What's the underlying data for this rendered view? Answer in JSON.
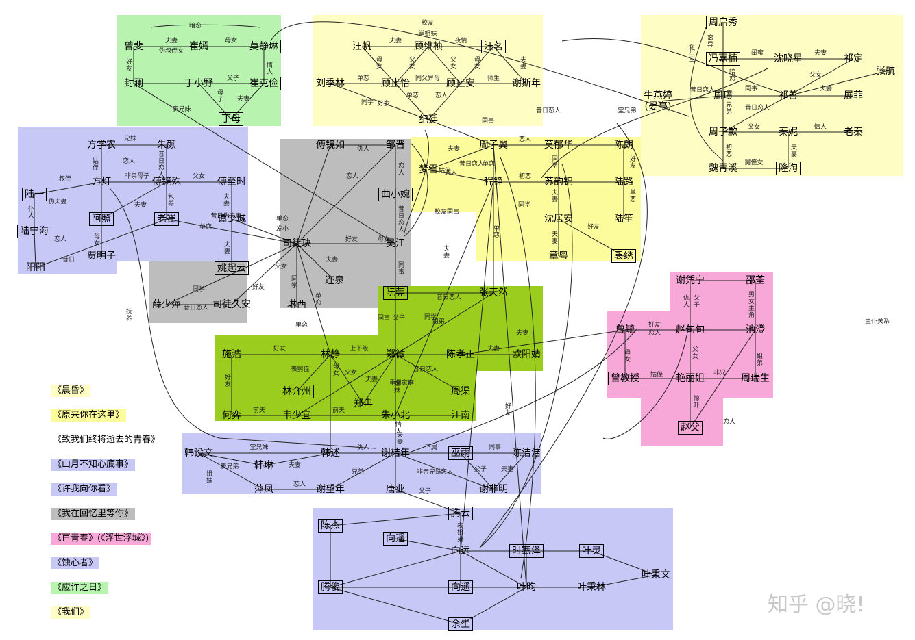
{
  "colors": {
    "yellow": "#fdfdc4",
    "brightYellow": "#fcfc9c",
    "lavender": "#c8c8f7",
    "gray": "#bdbdbd",
    "green": "#9acd1e",
    "pink": "#f7a1d6",
    "mint": "#b9f3b0",
    "lightPink": "#f7a8d8"
  },
  "nodes": [
    {
      "id": "cf",
      "t": "曾斐"
    },
    {
      "id": "cy",
      "t": "崔嫣"
    },
    {
      "id": "mjl",
      "t": "莫静琳",
      "boxed": true
    },
    {
      "id": "fl",
      "t": "封澜"
    },
    {
      "id": "dxy",
      "t": "丁小野"
    },
    {
      "id": "ckj",
      "t": "崔克俭",
      "boxed": true
    },
    {
      "id": "dm",
      "t": "丁母",
      "boxed": true
    },
    {
      "id": "wf",
      "t": "汪帆"
    },
    {
      "id": "gwz",
      "t": "顾维桢"
    },
    {
      "id": "wq",
      "t": "汪茗",
      "boxed": true
    },
    {
      "id": "llj",
      "t": "刘季林"
    },
    {
      "id": "gzy",
      "t": "顾止怡"
    },
    {
      "id": "gza",
      "t": "顾止安"
    },
    {
      "id": "xsn",
      "t": "谢斯年"
    },
    {
      "id": "jt",
      "t": "纪廷"
    },
    {
      "id": "zqx",
      "t": "周启秀",
      "boxed": true
    },
    {
      "id": "fjn",
      "t": "冯嘉楠",
      "boxed": true
    },
    {
      "id": "sxx",
      "t": "沈晓星"
    },
    {
      "id": "qd",
      "t": "祁定"
    },
    {
      "id": "zh",
      "t": "张航"
    },
    {
      "id": "nyt",
      "t": "牛燕婷\n(晏亭)"
    },
    {
      "id": "zc",
      "t": "周瓒"
    },
    {
      "id": "qs",
      "t": "祁善"
    },
    {
      "id": "zf",
      "t": "展菲"
    },
    {
      "id": "zq",
      "t": "周子歉"
    },
    {
      "id": "qn",
      "t": "秦妮"
    },
    {
      "id": "lq",
      "t": "老秦"
    },
    {
      "id": "wqx",
      "t": "魏青溪"
    },
    {
      "id": "lx",
      "t": "隆淘",
      "boxed": true
    },
    {
      "id": "fxn",
      "t": "方学农"
    },
    {
      "id": "zy",
      "t": "朱颜"
    },
    {
      "id": "ly",
      "t": "陆一",
      "boxed": true
    },
    {
      "id": "fd",
      "t": "方灯"
    },
    {
      "id": "fjz",
      "t": "傅镜殊"
    },
    {
      "id": "fzs",
      "t": "傅至时"
    },
    {
      "id": "lnh",
      "t": "陆宁海",
      "boxed": true
    },
    {
      "id": "az",
      "t": "阿照",
      "boxed": true
    },
    {
      "id": "lc",
      "t": "老崔",
      "boxed": true
    },
    {
      "id": "tsc",
      "t": "谭少城"
    },
    {
      "id": "yy",
      "t": "阳阳"
    },
    {
      "id": "jmz",
      "t": "贾明子"
    },
    {
      "id": "yqy",
      "t": "姚起云",
      "boxed": true
    },
    {
      "id": "fjr",
      "t": "傅镜如"
    },
    {
      "id": "zj",
      "t": "邹晋"
    },
    {
      "id": "qxw",
      "t": "曲小婉",
      "boxed": true
    },
    {
      "id": "stj",
      "t": "司徒玦"
    },
    {
      "id": "wj",
      "t": "吴江"
    },
    {
      "id": "xsp",
      "t": "薛少萍"
    },
    {
      "id": "stjy",
      "t": "司徒久安"
    },
    {
      "id": "lix",
      "t": "琳西"
    },
    {
      "id": "lqu",
      "t": "连泉"
    },
    {
      "id": "zzy",
      "t": "周子翼"
    },
    {
      "id": "myh",
      "t": "莫郁华"
    },
    {
      "id": "cl",
      "t": "陈朗"
    },
    {
      "id": "mx",
      "t": "梦雪"
    },
    {
      "id": "cz",
      "t": "程铮"
    },
    {
      "id": "syj",
      "t": "苏韵锦"
    },
    {
      "id": "llu",
      "t": "陆路"
    },
    {
      "id": "sja",
      "t": "沈居安"
    },
    {
      "id": "ld",
      "t": "陆笙"
    },
    {
      "id": "zy2",
      "t": "章粤"
    },
    {
      "id": "yx",
      "t": "袁绣",
      "boxed": true
    },
    {
      "id": "rw",
      "t": "阮莞",
      "boxed": true
    },
    {
      "id": "ztr",
      "t": "张天然"
    },
    {
      "id": "sh",
      "t": "施浩"
    },
    {
      "id": "lj",
      "t": "林静"
    },
    {
      "id": "zw",
      "t": "郑微"
    },
    {
      "id": "cxz",
      "t": "陈孝正"
    },
    {
      "id": "oyj",
      "t": "欧阳婧"
    },
    {
      "id": "ljz",
      "t": "林介州",
      "boxed": true
    },
    {
      "id": "zr",
      "t": "郑冉"
    },
    {
      "id": "zq2",
      "t": "周渠"
    },
    {
      "id": "hy",
      "t": "何弈"
    },
    {
      "id": "wsy",
      "t": "韦少宜"
    },
    {
      "id": "zxb",
      "t": "朱小北"
    },
    {
      "id": "jn",
      "t": "江南"
    },
    {
      "id": "xpn",
      "t": "谢凭宁"
    },
    {
      "id": "sq",
      "t": "邵荃"
    },
    {
      "id": "cy2",
      "t": "曾毓"
    },
    {
      "id": "zdd",
      "t": "赵旬旬"
    },
    {
      "id": "cc",
      "t": "池澄"
    },
    {
      "id": "cjs",
      "t": "曾教授",
      "boxed": true
    },
    {
      "id": "ylj",
      "t": "艳丽姐"
    },
    {
      "id": "zrs",
      "t": "周瑞生"
    },
    {
      "id": "zfu",
      "t": "赵父",
      "boxed": true
    },
    {
      "id": "hsw",
      "t": "韩设文"
    },
    {
      "id": "hs",
      "t": "韩述"
    },
    {
      "id": "xjn",
      "t": "谢桔年"
    },
    {
      "id": "wy",
      "t": "巫雨",
      "boxed": true
    },
    {
      "id": "cjj",
      "t": "陈洁洁"
    },
    {
      "id": "hl",
      "t": "韩琳"
    },
    {
      "id": "pf",
      "t": "萍凤",
      "boxed": true
    },
    {
      "id": "xwn",
      "t": "谢望年"
    },
    {
      "id": "ty",
      "t": "唐业"
    },
    {
      "id": "xfm",
      "t": "谢非明"
    },
    {
      "id": "tyun",
      "t": "腾云",
      "boxed": true
    },
    {
      "id": "cjie",
      "t": "陈杰",
      "boxed": true
    },
    {
      "id": "xz",
      "t": "向遥",
      "boxed": true
    },
    {
      "id": "xy",
      "t": "向远"
    },
    {
      "id": "shz",
      "t": "时骞泽",
      "boxed": true
    },
    {
      "id": "yl",
      "t": "叶灵",
      "boxed": true
    },
    {
      "id": "ybw",
      "t": "叶秉文"
    },
    {
      "id": "tj",
      "t": "腾俊",
      "boxed": true
    },
    {
      "id": "xyao",
      "t": "向遥",
      "boxed": true
    },
    {
      "id": "yc",
      "t": "叶昀"
    },
    {
      "id": "ybl",
      "t": "叶秉林"
    },
    {
      "id": "ys",
      "t": "余生",
      "boxed": true
    }
  ],
  "labels": [
    "暗恋",
    "夫妻",
    "伪叔侄女",
    "母女",
    "好友",
    "父子",
    "情人",
    "母子",
    "夫妻",
    "表兄妹",
    "校友",
    "堂姐妹",
    "夫妻",
    "一夜情",
    "母女",
    "父女",
    "父女",
    "母女",
    "夫妻",
    "单恋",
    "同父异母",
    "师生",
    "同学",
    "好友",
    "单恋",
    "恋人",
    "昔日恋人",
    "同事",
    "堂兄弟",
    "离异",
    "私生子",
    "闺蜜",
    "夫妻",
    "父女",
    "暗恋",
    "同事",
    "昔日恋人",
    "夫妻",
    "兄弟",
    "昔日恋人",
    "初恋",
    "父女",
    "情人",
    "舅侄女",
    "夫妻",
    "兄妹",
    "姑侄",
    "恋人",
    "昔日恋人",
    "叔侄",
    "非亲母子",
    "父女",
    "包养",
    "仆人",
    "伪夫妻",
    "母女",
    "恋人",
    "昔日",
    "夫妻",
    "夫妻",
    "昔日伪夫妻",
    "单恋",
    "单恋",
    "发小",
    "夫妻",
    "仇人",
    "恋人",
    "昔日恋人",
    "恋人",
    "好友",
    "母女",
    "夫妻",
    "父女",
    "同学",
    "同学",
    "好友",
    "单恋",
    "昔日恋人",
    "单恋",
    "同事",
    "夫妻",
    "恋人",
    "同学",
    "好友",
    "姑侄",
    "恋人",
    "昔日恋人",
    "单恋",
    "初恋",
    "夫妻",
    "单恋",
    "夫妻",
    "好友",
    "同学",
    "校友同事",
    "单恋",
    "夫妻",
    "昔日恋人",
    "同事",
    "父子",
    "姐弟",
    "同学",
    "好友",
    "上下级",
    "夫妻",
    "夫妻",
    "好友",
    "前夫",
    "前夫",
    "昔日恋人",
    "姐妹",
    "重组家庭",
    "母女",
    "表舅侄",
    "父女",
    "夫妻",
    "情人",
    "夫妻",
    "仇人",
    "父子",
    "男女主角",
    "好友",
    "恋人",
    "父女",
    "姐弟",
    "母女",
    "姑侄",
    "非兄",
    "惊吓",
    "恋人",
    "主仆关系",
    "堂兄妹",
    "仇人",
    "下属",
    "同事",
    "表兄弟",
    "夫妻",
    "姐妹",
    "恋人",
    "兄弟",
    "非亲兄妹",
    "恋人",
    "父子",
    "夫妻",
    "父子",
    "抚养",
    "好友",
    "表姐弟"
  ],
  "legend": [
    "《晨昏》",
    "《原来你在这里》",
    "《致我们终将逝去的青春》",
    "《山月不知心底事》",
    "《许我向你看》",
    "《我在回忆里等你》",
    "《再青春》(《浮世浮城》)",
    "《蚀心者》",
    "《应许之日》",
    "《我们》"
  ],
  "watermark": "知乎 @晓!"
}
